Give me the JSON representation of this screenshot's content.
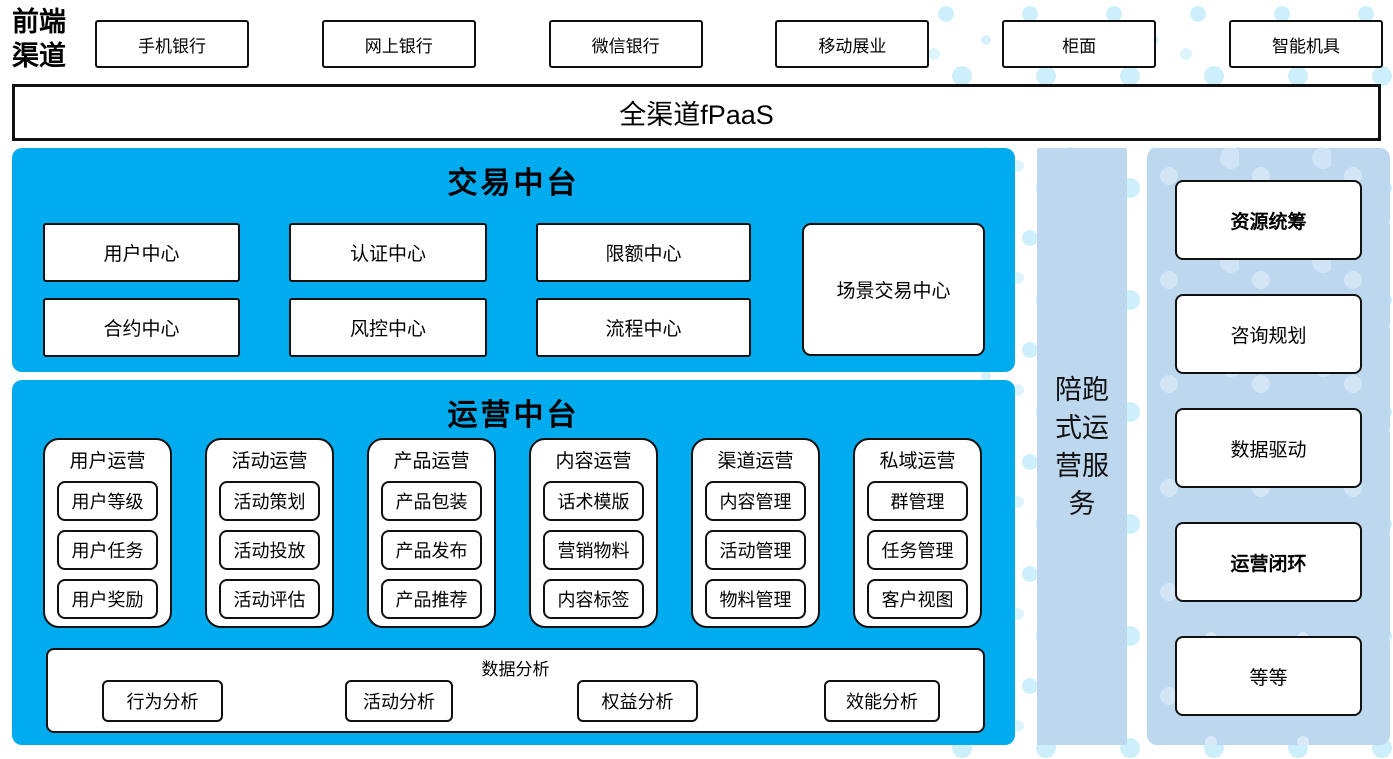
{
  "front_channels_label": "前端渠道",
  "channels": [
    "手机银行",
    "网上银行",
    "微信银行",
    "移动展业",
    "柜面",
    "智能机具"
  ],
  "fpaas_label": "全渠道fPaaS",
  "trade_platform": {
    "title": "交易中台",
    "centers_row1": [
      "用户中心",
      "认证中心",
      "限额中心"
    ],
    "centers_row2": [
      "合约中心",
      "风控中心",
      "流程中心"
    ],
    "scene_center": "场景交易中心"
  },
  "ops_platform": {
    "title": "运营中台",
    "columns": [
      {
        "title": "用户运营",
        "items": [
          "用户等级",
          "用户任务",
          "用户奖励"
        ]
      },
      {
        "title": "活动运营",
        "items": [
          "活动策划",
          "活动投放",
          "活动评估"
        ]
      },
      {
        "title": "产品运营",
        "items": [
          "产品包装",
          "产品发布",
          "产品推荐"
        ]
      },
      {
        "title": "内容运营",
        "items": [
          "话术模版",
          "营销物料",
          "内容标签"
        ]
      },
      {
        "title": "渠道运营",
        "items": [
          "内容管理",
          "活动管理",
          "物料管理"
        ]
      },
      {
        "title": "私域运营",
        "items": [
          "群管理",
          "任务管理",
          "客户视图"
        ]
      }
    ],
    "analysis": {
      "title": "数据分析",
      "items": [
        "行为分析",
        "活动分析",
        "权益分析",
        "效能分析"
      ]
    }
  },
  "side_service_label": "陪跑式运营服务",
  "side_panel": {
    "items": [
      {
        "label": "资源统筹",
        "bold": true
      },
      {
        "label": "咨询规划",
        "bold": false
      },
      {
        "label": "数据驱动",
        "bold": false
      },
      {
        "label": "运营闭环",
        "bold": true
      },
      {
        "label": "等等",
        "bold": false
      }
    ]
  },
  "colors": {
    "primary_blue": "#00ACEE",
    "light_blue": "#BDD7EE",
    "dot_blue": "#CDEEFB",
    "border_black": "#111111"
  }
}
